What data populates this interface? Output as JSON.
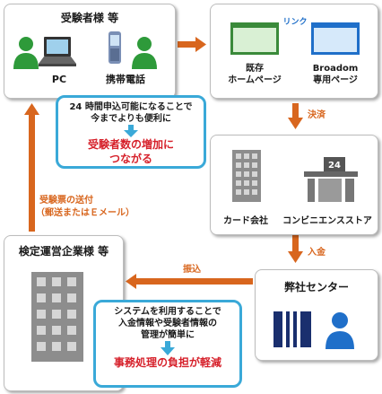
{
  "examinees": {
    "title": "受験者様 等",
    "pc_label": "PC",
    "mobile_label": "携帯電話"
  },
  "web": {
    "homepage_label_1": "既存",
    "homepage_label_2": "ホームページ",
    "link_label": "リンク",
    "broadom_label_1": "Broadom",
    "broadom_label_2": "専用ページ"
  },
  "settlement": {
    "flow_label": "決済",
    "card_label": "カード会社",
    "store_label": "コンビニエンスストア",
    "store_sign": "24"
  },
  "payment_label": "入金",
  "center": {
    "title": "弊社センター"
  },
  "transfer_label": "振込",
  "organizer": {
    "title": "検定運営企業様 等"
  },
  "ticket": {
    "line_1": "受験票の送付",
    "line_2": "（郵送またはＥメール）"
  },
  "callout_top": {
    "line_1": "24 時間申込可能になることで",
    "line_2": "今までよりも便利に",
    "result_1": "受験者数の増加に",
    "result_2": "つながる"
  },
  "callout_bottom": {
    "line_1": "システムを利用することで",
    "line_2": "入金情報や受験者情報の",
    "line_3": "管理が簡単に",
    "result": "事務処理の負担が軽減"
  },
  "colors": {
    "arrow_orange": "#d8661e",
    "callout_blue": "#3aa9d8",
    "accent_green": "#2e9a3a",
    "result_red": "#d6202a",
    "icon_blue": "#1f6fc9"
  }
}
